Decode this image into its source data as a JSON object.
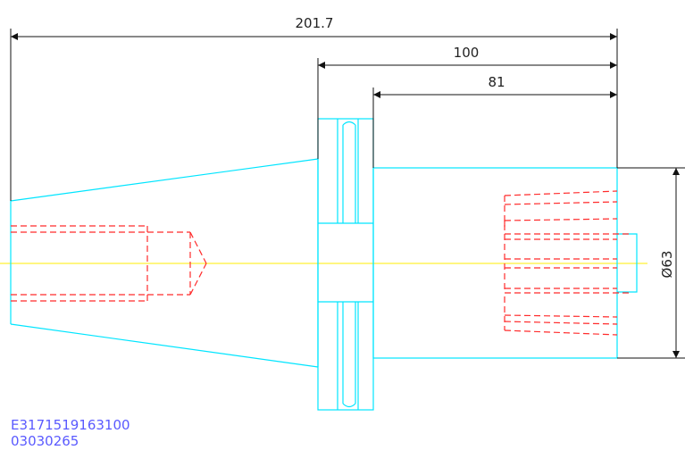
{
  "dimensions": {
    "overall_length": "201.7",
    "taper_to_front": "100",
    "body_length": "81",
    "diameter": "Ø63"
  },
  "part_codes": {
    "line1": "E3171519163100",
    "line2": "03030265"
  },
  "colors": {
    "outline": "#00e5ff",
    "hidden": "#ff2b2b",
    "centerline": "#ffee00",
    "dimension": "#111111",
    "code_text": "#5a5aff"
  }
}
